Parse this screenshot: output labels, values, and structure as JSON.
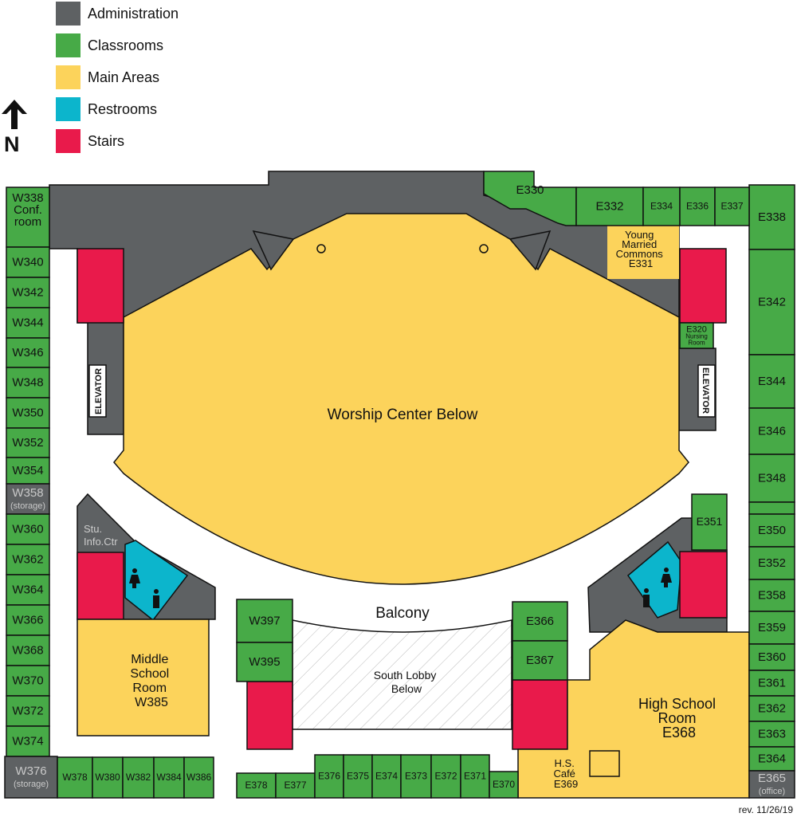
{
  "legend": [
    {
      "label": "Administration",
      "color": "#5e6163"
    },
    {
      "label": "Classrooms",
      "color": "#47aa47"
    },
    {
      "label": "Main Areas",
      "color": "#fcd35b"
    },
    {
      "label": "Restrooms",
      "color": "#0cb5cc"
    },
    {
      "label": "Stairs",
      "color": "#e91a4b"
    }
  ],
  "north": {
    "label": "N",
    "icon": "north-arrow-icon"
  },
  "areas": {
    "worship": "Worship Center Below",
    "balcony": "Balcony",
    "south_lobby": [
      "South Lobby",
      "Below"
    ],
    "middle_school": [
      "Middle",
      "School",
      "Room",
      "W385"
    ],
    "high_school": [
      "High School",
      "Room",
      "E368"
    ],
    "cafe": [
      "H.S.",
      "Café",
      "E369"
    ],
    "young_married": [
      "Young",
      "Married",
      "Commons",
      "E331"
    ],
    "stu_info": [
      "Stu.",
      "Info.Ctr"
    ],
    "elevator_west": "ELEVATOR",
    "elevator_east": "ELEVATOR"
  },
  "rooms": {
    "W338": [
      "W338",
      "Conf.",
      "room"
    ],
    "W340": [
      "W340"
    ],
    "W342": [
      "W342"
    ],
    "W344": [
      "W344"
    ],
    "W346": [
      "W346"
    ],
    "W348": [
      "W348"
    ],
    "W350": [
      "W350"
    ],
    "W352": [
      "W352"
    ],
    "W354": [
      "W354"
    ],
    "W358": [
      "W358",
      "(storage)"
    ],
    "W360": [
      "W360"
    ],
    "W362": [
      "W362"
    ],
    "W364": [
      "W364"
    ],
    "W366": [
      "W366"
    ],
    "W368": [
      "W368"
    ],
    "W370": [
      "W370"
    ],
    "W372": [
      "W372"
    ],
    "W374": [
      "W374"
    ],
    "W376": [
      "W376",
      "(storage)"
    ],
    "W378": [
      "W378"
    ],
    "W380": [
      "W380"
    ],
    "W382": [
      "W382"
    ],
    "W384": [
      "W384"
    ],
    "W386": [
      "W386"
    ],
    "W397": [
      "W397"
    ],
    "W395": [
      "W395"
    ],
    "E378": [
      "E378"
    ],
    "E377": [
      "E377"
    ],
    "E376": [
      "E376"
    ],
    "E375": [
      "E375"
    ],
    "E374": [
      "E374"
    ],
    "E373": [
      "E373"
    ],
    "E372": [
      "E372"
    ],
    "E371": [
      "E371"
    ],
    "E370": [
      "E370"
    ],
    "E366": [
      "E366"
    ],
    "E367": [
      "E367"
    ],
    "E351": [
      "E351"
    ],
    "E320": [
      "E320",
      "Nursing",
      "Room"
    ],
    "E330": [
      "E330"
    ],
    "E332": [
      "E332"
    ],
    "E334": [
      "E334"
    ],
    "E336": [
      "E336"
    ],
    "E337": [
      "E337"
    ],
    "E338": [
      "E338"
    ],
    "E342": [
      "E342"
    ],
    "E344": [
      "E344"
    ],
    "E346": [
      "E346"
    ],
    "E348": [
      "E348"
    ],
    "E350": [
      "E350"
    ],
    "E352": [
      "E352"
    ],
    "E358": [
      "E358"
    ],
    "E359": [
      "E359"
    ],
    "E360": [
      "E360"
    ],
    "E361": [
      "E361"
    ],
    "E362": [
      "E362"
    ],
    "E363": [
      "E363"
    ],
    "E364": [
      "E364"
    ],
    "E365": [
      "E365",
      "(office)"
    ]
  },
  "revision": "rev. 11/26/19"
}
